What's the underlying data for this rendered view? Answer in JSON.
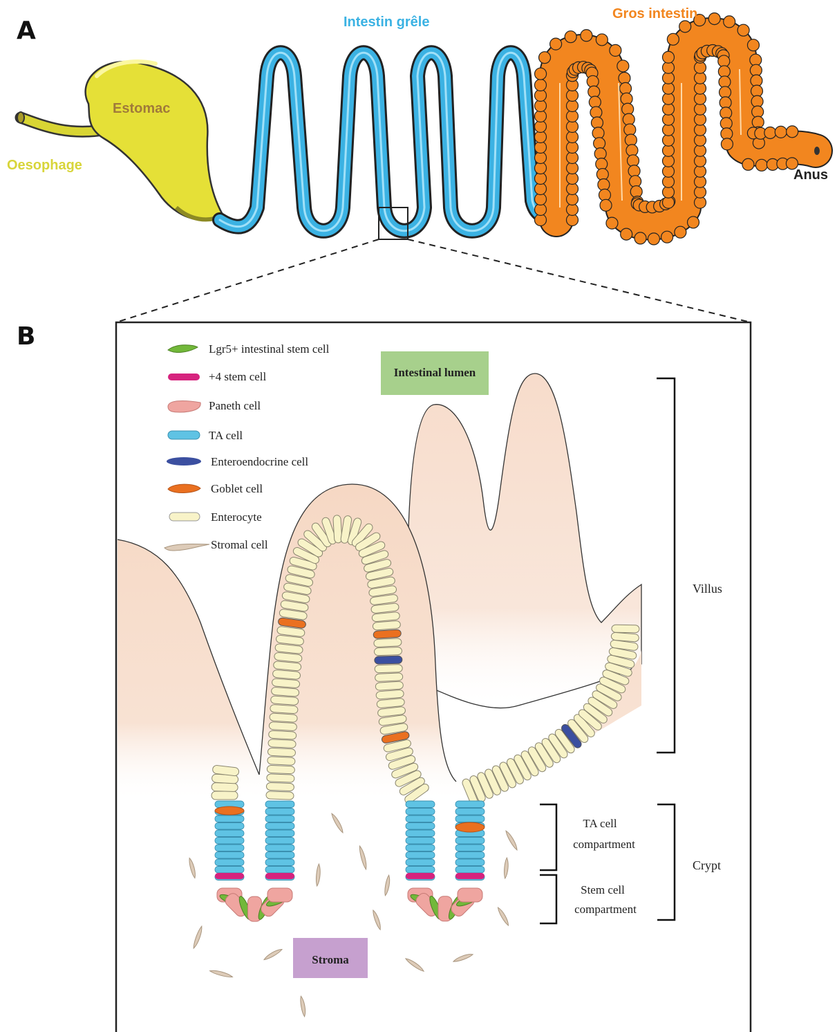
{
  "panelA": {
    "letter": "A",
    "oesophage": "Oesophage",
    "estomac": "Estomac",
    "intestin_grele": "Intestin grêle",
    "gros_intestin": "Gros intestin",
    "anus": "Anus",
    "colors": {
      "oesophage": "#d8d53a",
      "estomac": "#a07a3a",
      "intestin_grele": "#3bb2e3",
      "gros_intestin": "#f2861f",
      "anus": "#222222"
    }
  },
  "panelB": {
    "letter": "B",
    "legend": [
      {
        "label": "Lgr5+  intestinal stem cell",
        "icon": "lgr5-cell-icon",
        "color": "#72b83a"
      },
      {
        "label": "+4 stem cell",
        "icon": "plus4-cell-icon",
        "color": "#d6237e"
      },
      {
        "label": "Paneth cell",
        "icon": "paneth-cell-icon",
        "color": "#efa5a0"
      },
      {
        "label": "TA cell",
        "icon": "ta-cell-icon",
        "color": "#5fc3e4"
      },
      {
        "label": "Enteroendocrine cell",
        "icon": "enteroendocrine-cell-icon",
        "color": "#3b4fa0"
      },
      {
        "label": "Goblet cell",
        "icon": "goblet-cell-icon",
        "color": "#ea7020"
      },
      {
        "label": "Enterocyte",
        "icon": "enterocyte-icon",
        "color": "#f8f3c8"
      },
      {
        "label": "Stromal cell",
        "icon": "stromal-cell-icon",
        "color": "#ddcbb8"
      }
    ],
    "lumen_label": "Intestinal lumen",
    "stroma_label": "Stroma",
    "villus_label": "Villus",
    "crypt_label": "Crypt",
    "ta_compartment": [
      "TA cell",
      "compartment"
    ],
    "stem_compartment": [
      "Stem cell",
      "compartment"
    ]
  }
}
